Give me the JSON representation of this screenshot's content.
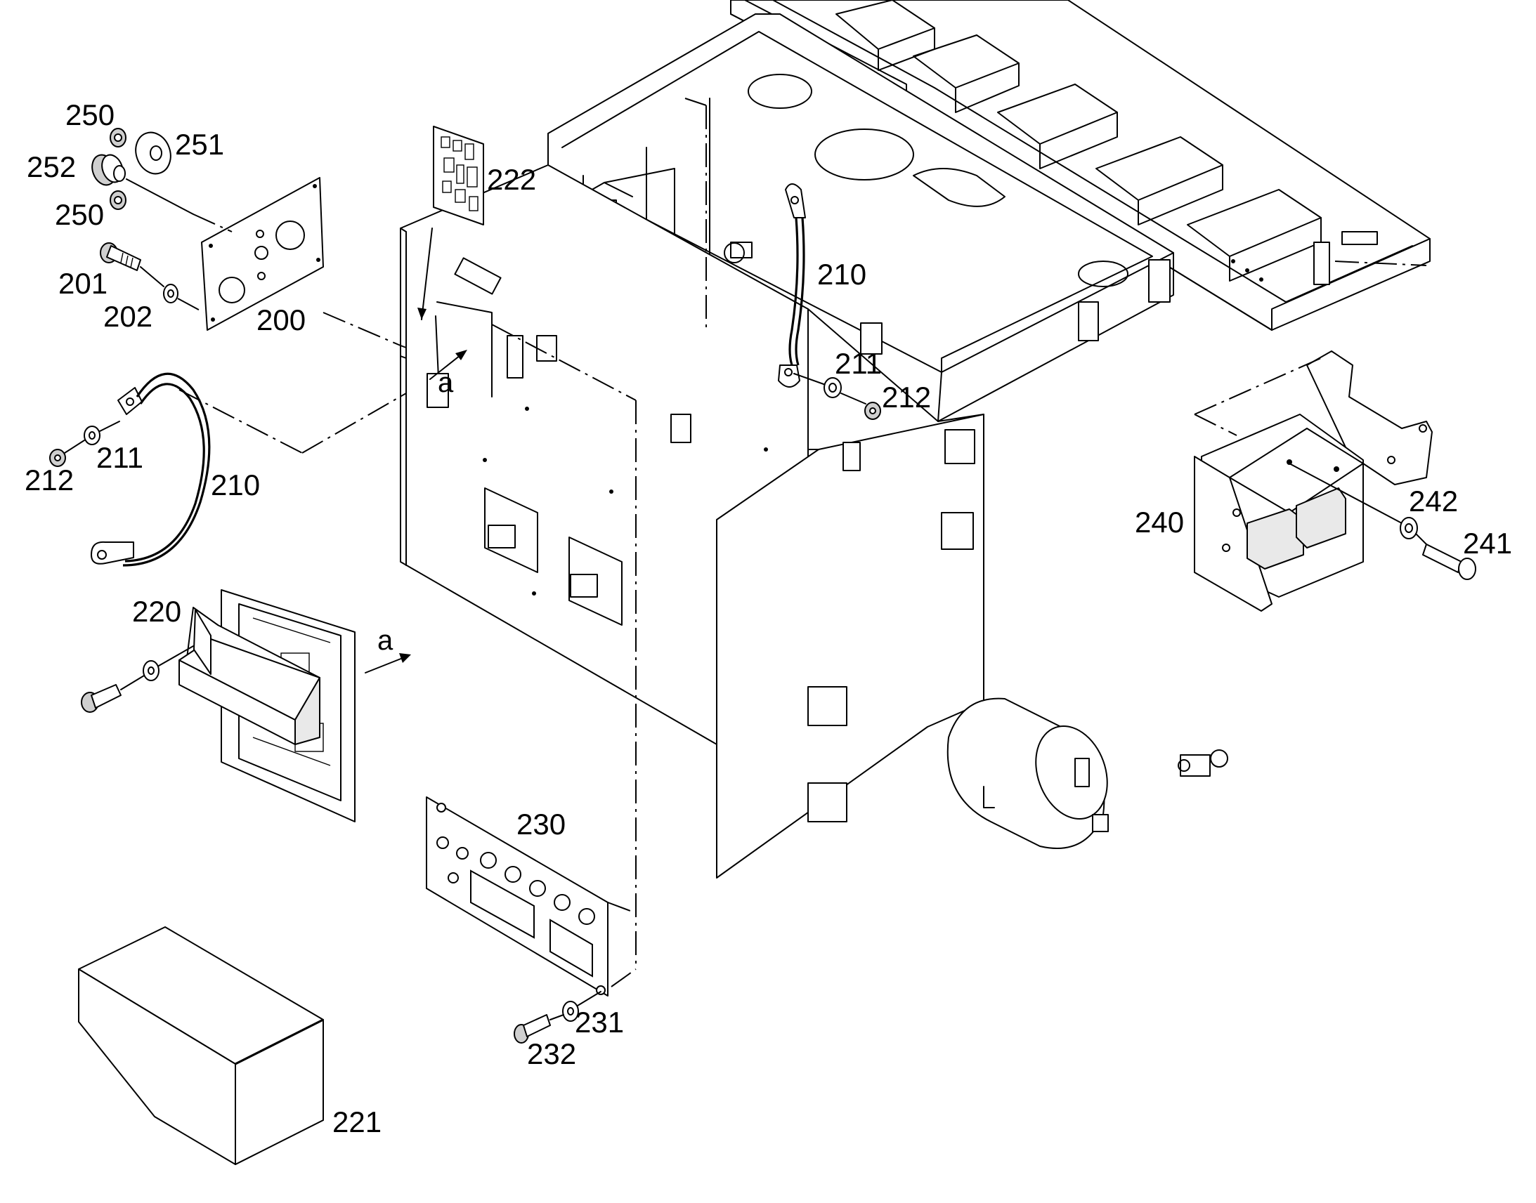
{
  "diagram": {
    "callouts": [
      {
        "id": "c-250a",
        "label": "250"
      },
      {
        "id": "c-251",
        "label": "251"
      },
      {
        "id": "c-252",
        "label": "252"
      },
      {
        "id": "c-250b",
        "label": "250"
      },
      {
        "id": "c-222",
        "label": "222"
      },
      {
        "id": "c-201",
        "label": "201"
      },
      {
        "id": "c-202",
        "label": "202"
      },
      {
        "id": "c-200",
        "label": "200"
      },
      {
        "id": "c-210a",
        "label": "210"
      },
      {
        "id": "c-211a",
        "label": "211"
      },
      {
        "id": "c-212a",
        "label": "212"
      },
      {
        "id": "c-212b",
        "label": "212"
      },
      {
        "id": "c-211b",
        "label": "211"
      },
      {
        "id": "c-210b",
        "label": "210"
      },
      {
        "id": "c-220",
        "label": "220"
      },
      {
        "id": "c-240",
        "label": "240"
      },
      {
        "id": "c-242",
        "label": "242"
      },
      {
        "id": "c-241",
        "label": "241"
      },
      {
        "id": "c-230",
        "label": "230"
      },
      {
        "id": "c-231",
        "label": "231"
      },
      {
        "id": "c-232",
        "label": "232"
      },
      {
        "id": "c-221",
        "label": "221"
      }
    ],
    "view_markers": [
      {
        "id": "m-a1",
        "label": "a"
      },
      {
        "id": "m-a2",
        "label": "a"
      }
    ]
  }
}
